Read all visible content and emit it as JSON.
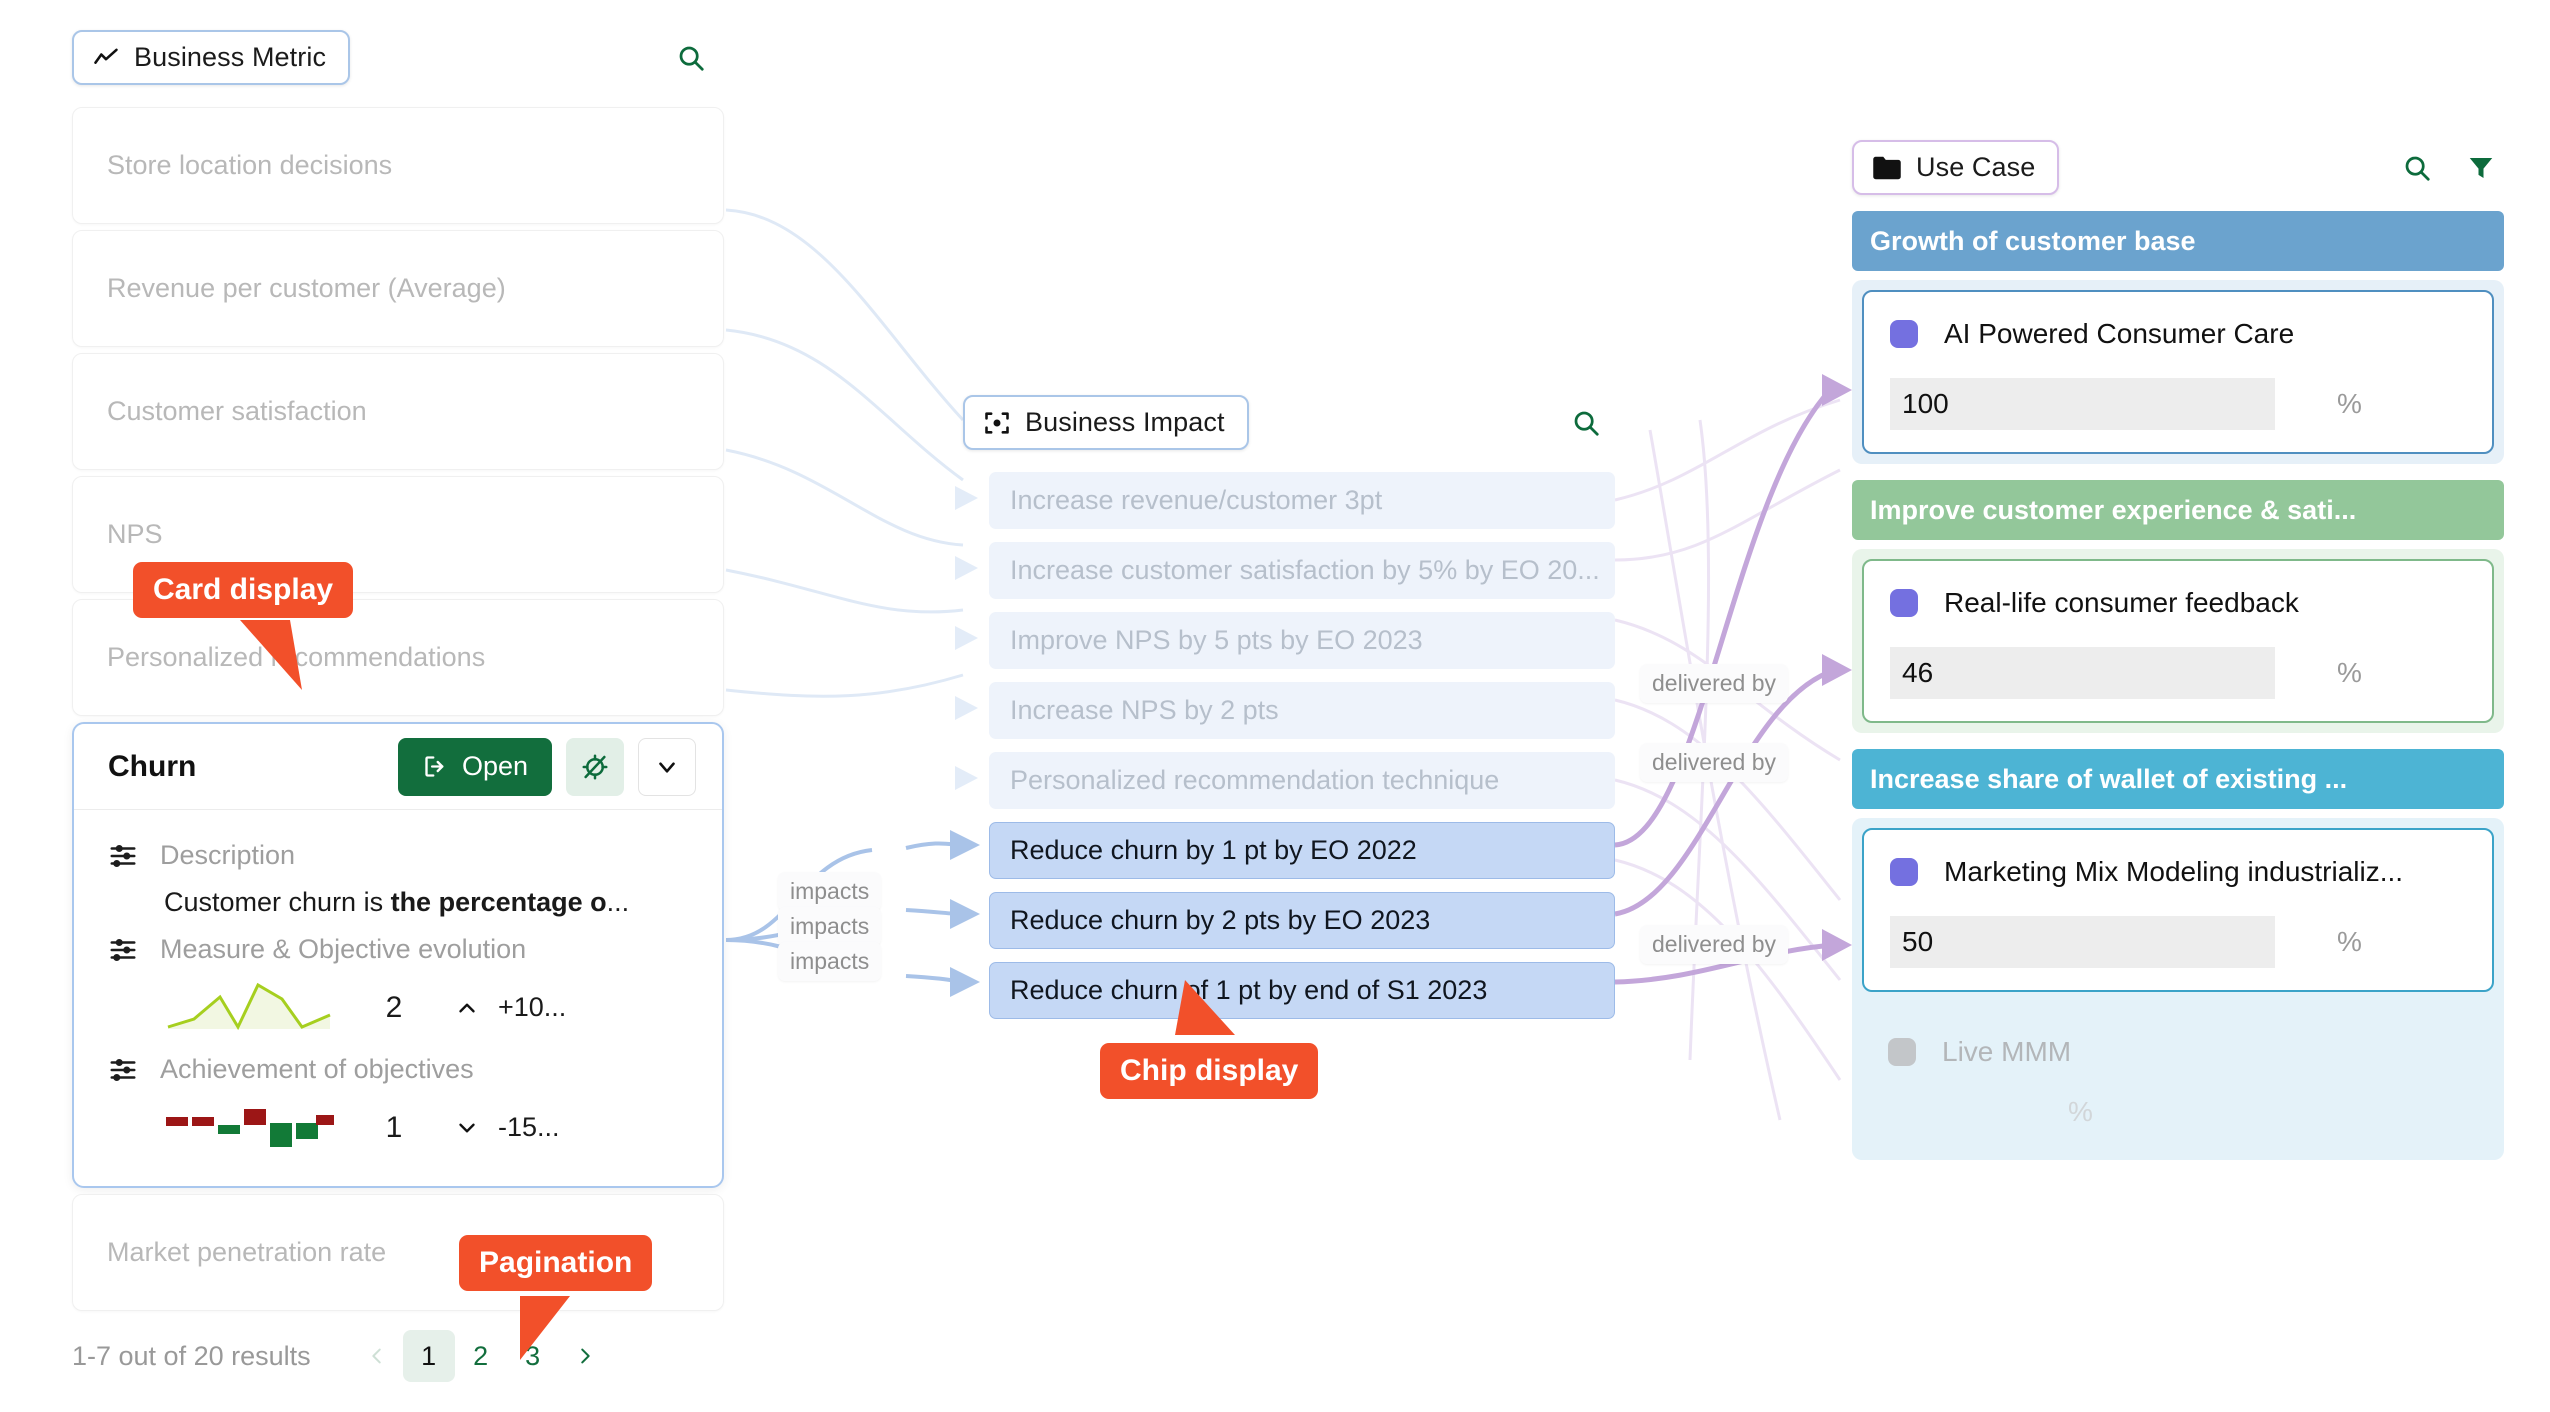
{
  "metric_panel": {
    "tab": {
      "label": "Business Metric",
      "icon": "trend-line-icon"
    },
    "search_icon": "search-icon",
    "rows": [
      "Store location decisions",
      "Revenue per customer (Average)",
      "Customer satisfaction",
      "NPS",
      "Personalized recommendations"
    ],
    "rows_after": [
      "Market penetration rate"
    ],
    "card": {
      "title": "Churn",
      "open_label": "Open",
      "open_icon": "open-external-icon",
      "hide_icon": "eye-off-icon",
      "caret_icon": "chevron-down-icon",
      "fields": [
        {
          "label": "Description",
          "icon": "settings-sliders-icon"
        },
        {
          "label": "Measure & Objective evolution",
          "icon": "settings-sliders-icon"
        },
        {
          "label": "Achievement of objectives",
          "icon": "settings-sliders-icon"
        }
      ],
      "description_prefix": "Customer churn is ",
      "description_bold": "the percentage o",
      "description_suffix": "...",
      "measure_value": "2",
      "measure_delta": "+10...",
      "measure_trend_icon": "chevron-up-icon",
      "achievement_value": "1",
      "achievement_delta": "-15...",
      "achievement_trend_icon": "chevron-down-icon"
    },
    "pagination": {
      "count_label": "1-7 out of 20 results",
      "prev_icon": "chevron-left-icon",
      "next_icon": "chevron-right-icon",
      "pages": [
        "1",
        "2",
        "3"
      ],
      "active_page": "1"
    }
  },
  "impact_panel": {
    "tab": {
      "label": "Business Impact",
      "icon": "target-focus-icon"
    },
    "search_icon": "search-icon",
    "items": [
      {
        "label": "Increase revenue/customer 3pt",
        "highlighted": false
      },
      {
        "label": "Increase customer satisfaction by 5% by EO 20...",
        "highlighted": false
      },
      {
        "label": "Improve NPS by 5 pts by EO 2023",
        "highlighted": false
      },
      {
        "label": "Increase NPS by 2 pts",
        "highlighted": false
      },
      {
        "label": "Personalized recommendation technique",
        "highlighted": false
      },
      {
        "label": "Reduce churn by 1 pt by EO 2022",
        "highlighted": true
      },
      {
        "label": "Reduce churn by 2 pts by EO 2023",
        "highlighted": true
      },
      {
        "label": "Reduce churn of 1 pt by end of S1 2023",
        "highlighted": true
      }
    ]
  },
  "usecase_panel": {
    "tab": {
      "label": "Use Case",
      "icon": "folder-icon"
    },
    "search_icon": "search-icon",
    "filter_icon": "filter-icon",
    "groups": [
      {
        "banner": "Growth of customer base",
        "banner_color": "#6ba3ce",
        "shell_color": "#e6f0f8",
        "card_border": "#4f8fc0",
        "dot_color": "#7470e0",
        "title": "AI Powered Consumer Care",
        "value": "100",
        "unit": "%",
        "dim": false
      },
      {
        "banner": "Improve customer experience & sati...",
        "banner_color": "#93c79a",
        "shell_color": "#e9f4ea",
        "card_border": "#7fb98a",
        "dot_color": "#7470e0",
        "title": "Real-life consumer feedback",
        "value": "46",
        "unit": "%",
        "dim": false
      },
      {
        "banner": "Increase share of wallet of existing ...",
        "banner_color": "#4db4d4",
        "shell_color": "#e4f2f9",
        "card_border": "#3ba3c8",
        "dot_color": "#7470e0",
        "title": "Marketing Mix Modeling industrializ...",
        "value": "50",
        "unit": "%",
        "dim": false
      },
      {
        "banner": null,
        "banner_color": null,
        "shell_color": "#e9f2f9",
        "card_border": "transparent",
        "dot_color": "#c3c6c9",
        "title": "Live MMM",
        "value": "",
        "unit": "%",
        "dim": true
      }
    ]
  },
  "edges": {
    "impacts_labels": [
      "impacts",
      "impacts",
      "impacts"
    ],
    "delivered_labels": [
      "delivered by",
      "delivered by",
      "delivered by"
    ]
  },
  "callouts": [
    {
      "text": "Card display"
    },
    {
      "text": "Chip display"
    },
    {
      "text": "Pagination"
    }
  ],
  "colors": {
    "accent_green": "#126e3d",
    "callout_orange": "#f2502a",
    "chip_highlight": "#c5d8f5",
    "edge_blue": "#a9c3e8",
    "edge_purple": "#c3a6da",
    "sparkline": "#a6cf1f",
    "bar_up": "#127a37",
    "bar_down": "#9c1616"
  }
}
